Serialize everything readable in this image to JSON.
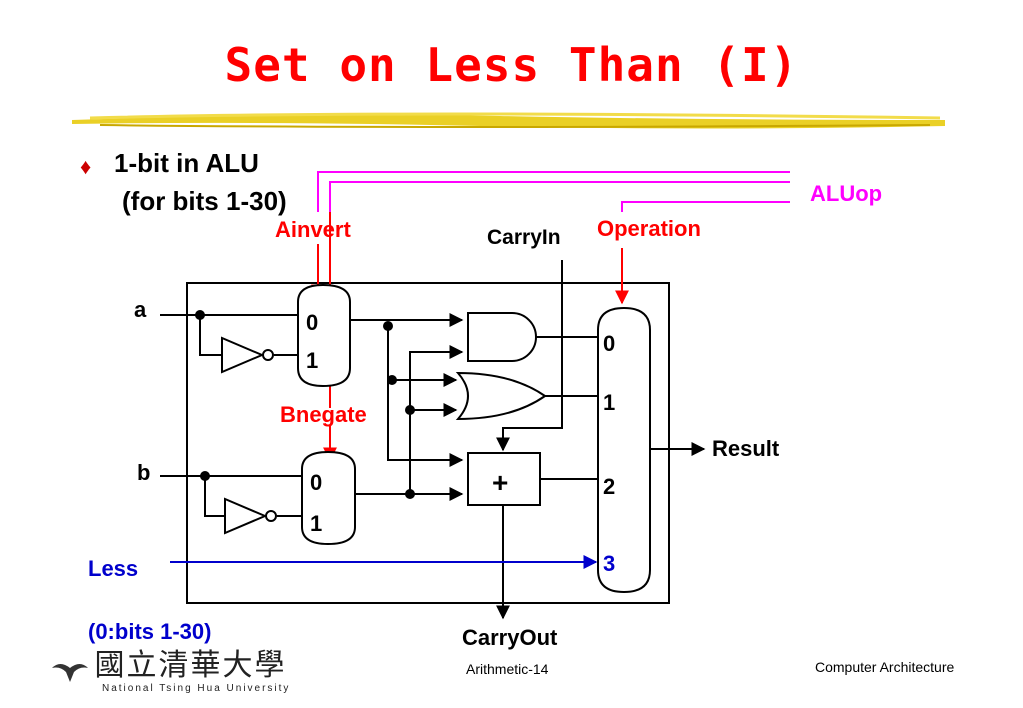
{
  "slide": {
    "title": "Set on Less Than (I)",
    "bullet": {
      "line1": "1-bit in ALU",
      "line2": "(for bits 1-30)"
    }
  },
  "diagram": {
    "labels": {
      "ainvert": "Ainvert",
      "bnegate": "Bnegate",
      "carryin": "CarryIn",
      "operation": "Operation",
      "aluop": "ALUop",
      "a": "a",
      "b": "b",
      "less": "Less",
      "less_note": "(0:bits 1-30)",
      "result": "Result",
      "carryout": "CarryOut",
      "adder": "+",
      "mux_a_0": "0",
      "mux_a_1": "1",
      "mux_b_0": "0",
      "mux_b_1": "1",
      "mux_out_0": "0",
      "mux_out_1": "1",
      "mux_out_2": "2",
      "mux_out_3": "3"
    },
    "colors": {
      "title": "#ff0000",
      "control_red": "#ff0000",
      "aluop": "#ff00ff",
      "less": "#0000cc",
      "wire": "#000000"
    }
  },
  "footer": {
    "university_cn": "國立清華大學",
    "university_en": "National Tsing Hua University",
    "page": "Arithmetic-14",
    "course": "Computer Architecture"
  }
}
